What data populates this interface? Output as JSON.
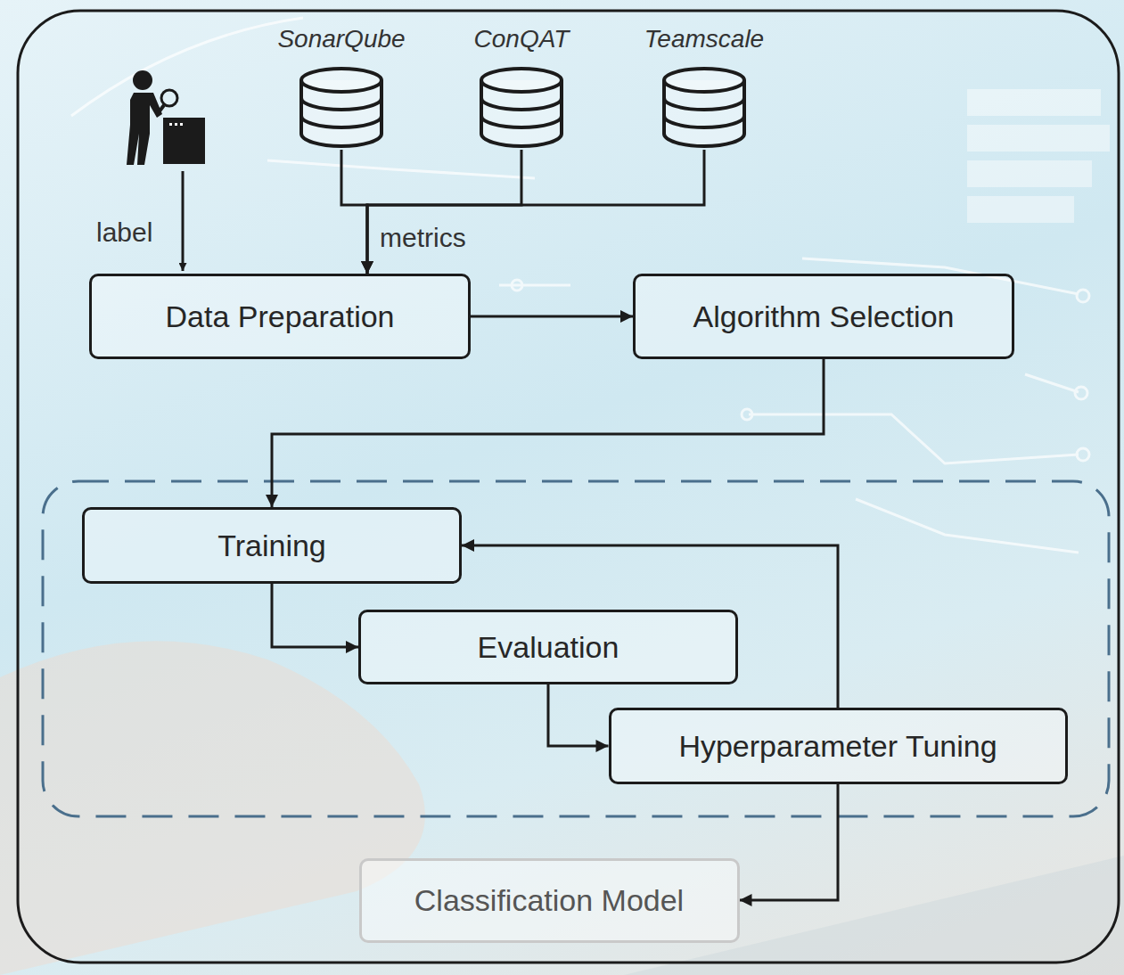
{
  "diagram": {
    "nodes": [
      {
        "text": [
          "SonarQube"
        ]
      },
      {
        "text": [
          "ConQAT"
        ]
      },
      {
        "text": [
          "Teamscale"
        ]
      },
      {
        "text": [
          "Data Preparation"
        ]
      },
      {
        "text": [
          "Algorithm Selection"
        ]
      },
      {
        "text": [
          "Training"
        ]
      },
      {
        "text": [
          "Evaluation"
        ]
      },
      {
        "text": [
          "Hyperparameter Tuning"
        ]
      },
      {
        "text": [
          "Classification Model"
        ]
      }
    ],
    "edges": [
      {
        "from": 0,
        "to": 3,
        "arrow": "to"
      },
      {
        "from": 1,
        "to": 3,
        "label": "metrics",
        "arrow": "to"
      },
      {
        "from": 2,
        "to": 3,
        "arrow": "to"
      },
      {
        "from": 3,
        "to": 4,
        "arrow": "to"
      },
      {
        "from": 4,
        "to": 5,
        "arrow": "to"
      },
      {
        "from": 5,
        "to": 6,
        "arrow": "to"
      },
      {
        "from": 6,
        "to": 7,
        "arrow": "to"
      },
      {
        "from": 7,
        "to": 5,
        "arrow": "to"
      },
      {
        "from": 7,
        "to": 8,
        "arrow": "to"
      }
    ],
    "labels": [
      "label"
    ]
  }
}
